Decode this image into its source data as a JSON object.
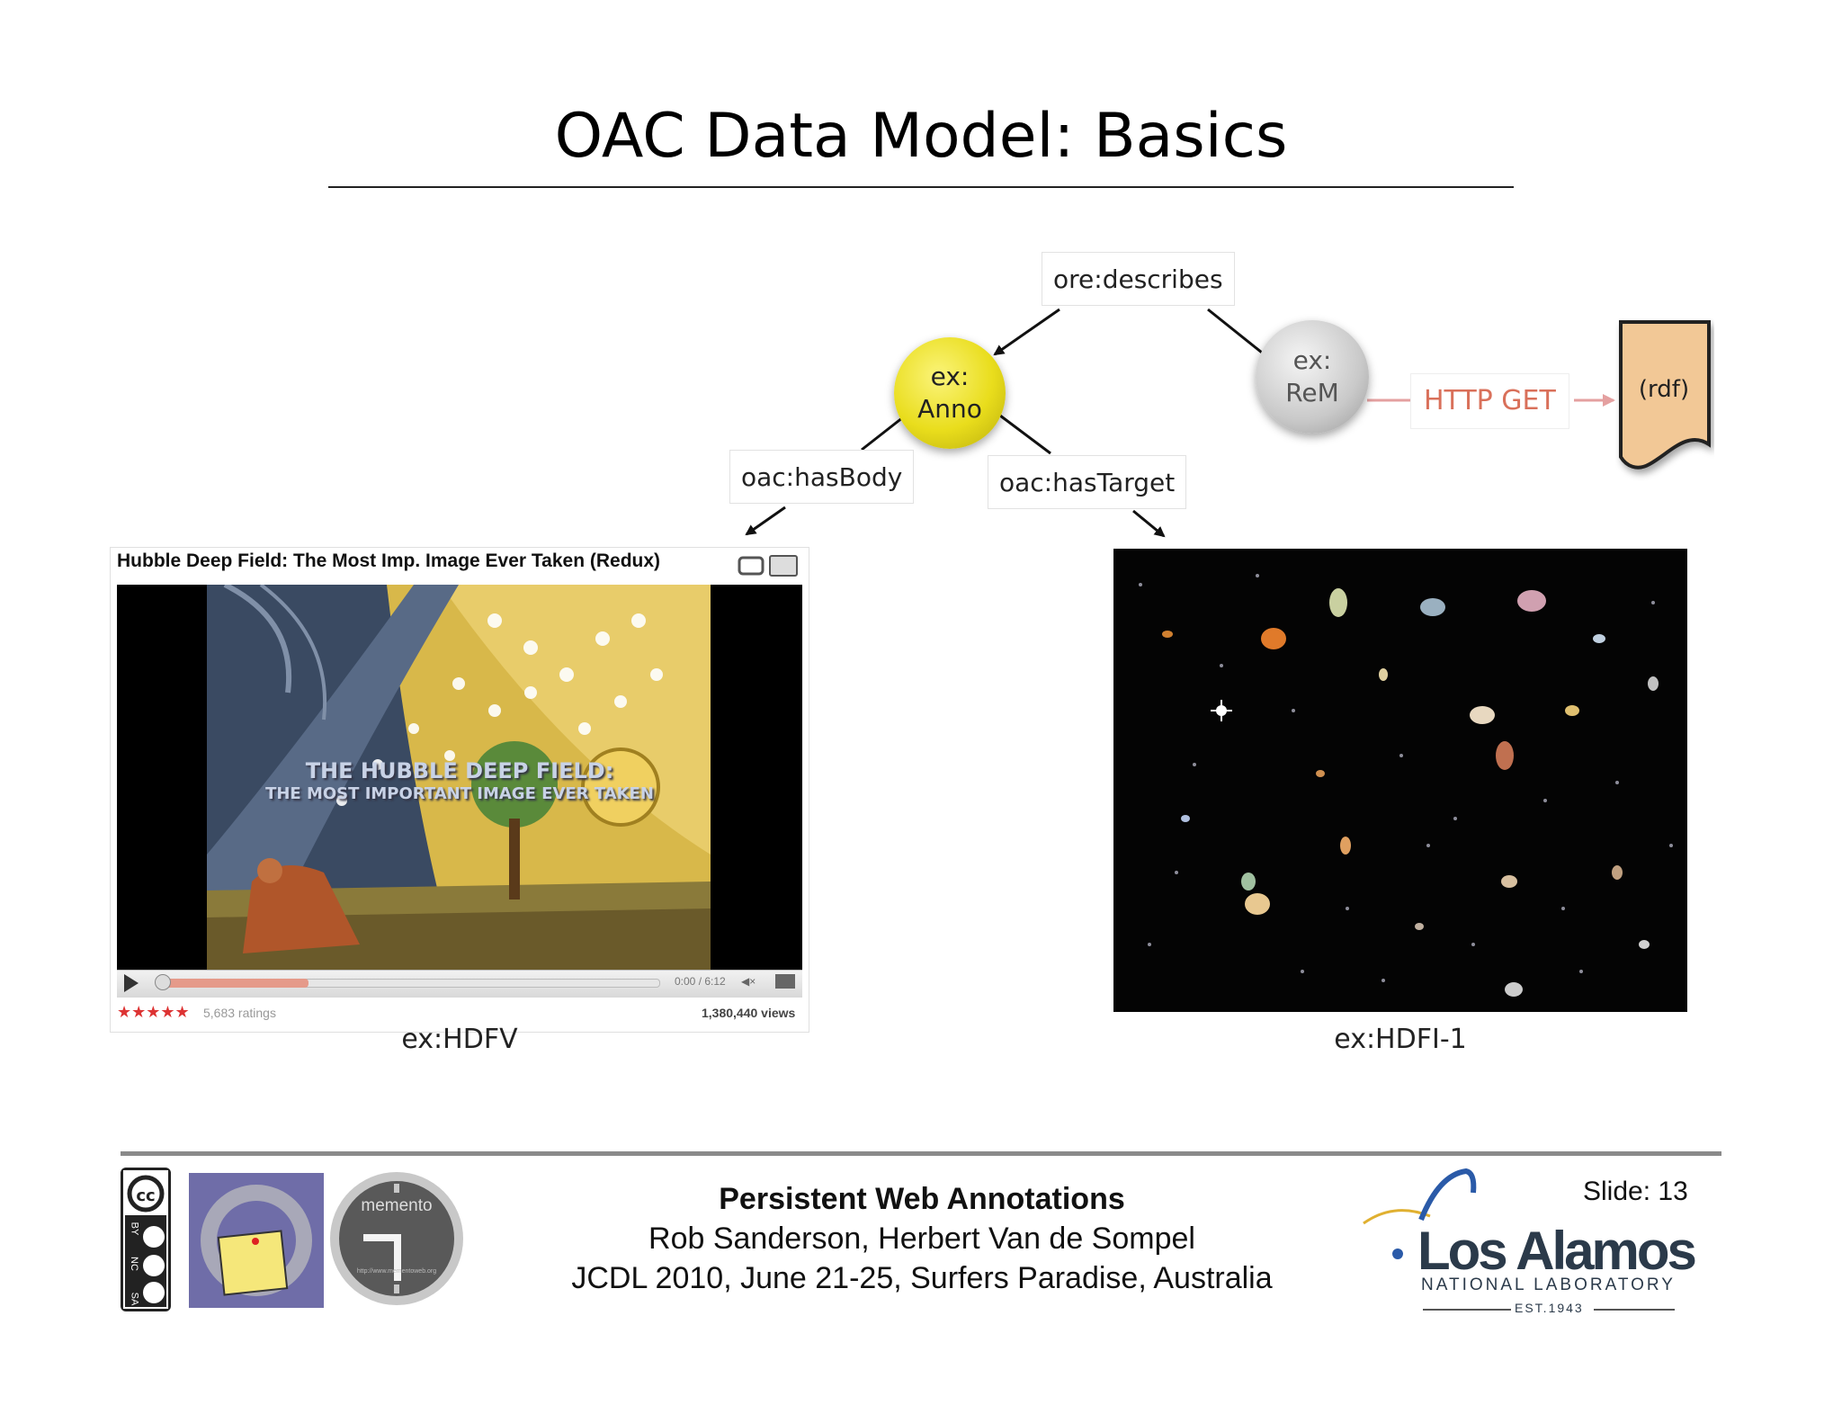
{
  "slide": {
    "title": "OAC Data Model: Basics",
    "number_label": "Slide: 13"
  },
  "diagram": {
    "edge_describes": "ore:describes",
    "edge_has_body": "oac:hasBody",
    "edge_has_target": "oac:hasTarget",
    "node_anno": {
      "line1": "ex:",
      "line2": "Anno"
    },
    "node_rem": {
      "line1": "ex:",
      "line2": "ReM"
    },
    "http_get": "HTTP GET",
    "rdf_doc": "(rdf)",
    "body_label": "ex:HDFV",
    "target_label": "ex:HDFI-1",
    "colors": {
      "anno_node": "#e9dd1c",
      "rem_node": "#c9c9c9",
      "http_get": "#d9705a",
      "rdf_doc": "#f9d3a6"
    }
  },
  "video": {
    "title": "Hubble Deep Field: The Most Imp. Image Ever Taken (Redux)",
    "overlay_line1": "THE HUBBLE DEEP FIELD:",
    "overlay_line2": "THE MOST IMPORTANT IMAGE EVER TAKEN",
    "time": "0:00 / 6:12",
    "volume": "◀×",
    "stars": "★★★★★",
    "ratings": "5,683 ratings",
    "views": "1,380,440 views",
    "progress_fraction": 0.3
  },
  "footer": {
    "title": "Persistent Web Annotations",
    "authors": "Rob Sanderson, Herbert Van de Sompel",
    "venue": "JCDL 2010, June 21-25, Surfers Paradise, Australia",
    "cc_badge": [
      "BY",
      "NC",
      "SA"
    ],
    "memento_label": "memento",
    "memento_url": "http://www.mementoweb.org",
    "lanl_name": "Los Alamos",
    "lanl_sub": "NATIONAL LABORATORY",
    "lanl_est": "EST.1943"
  }
}
